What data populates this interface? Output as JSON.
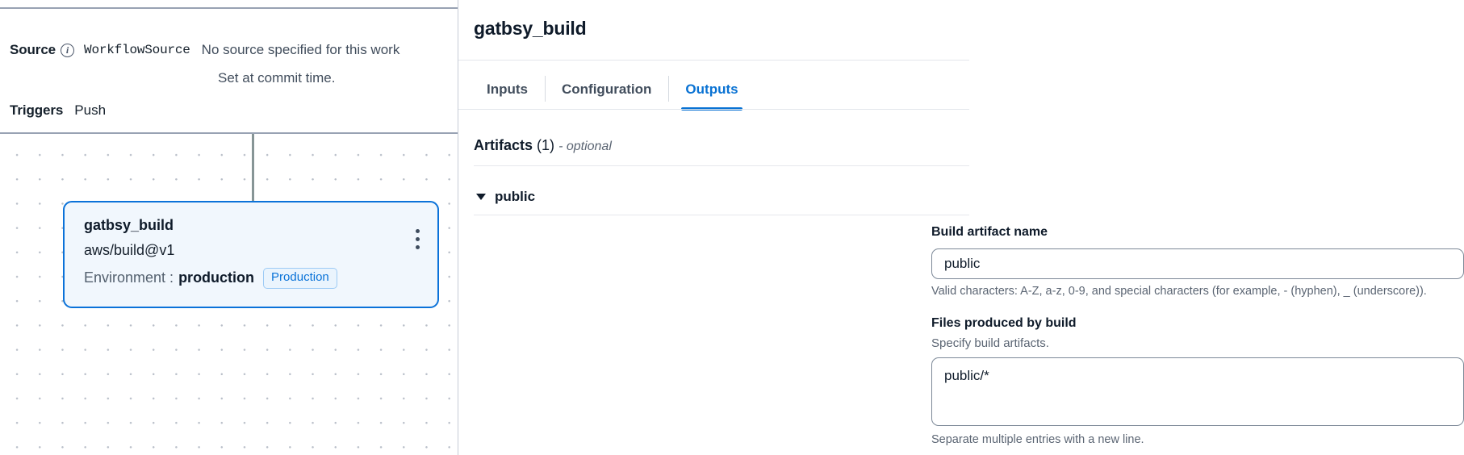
{
  "workflow_editor": {
    "properties": [
      {
        "label": "Source",
        "has_info_icon": true,
        "info_icon": "info-circle-icon",
        "value_mono": "WorkflowSource",
        "description_line1": "No source specified for this work",
        "description_line2": "Set at commit time."
      },
      {
        "label": "Triggers",
        "has_info_icon": false,
        "value": "Push"
      }
    ],
    "node": {
      "title": "gatbsy_build",
      "action": "aws/build@v1",
      "environment_label": "Environment :",
      "environment_value": "production",
      "environment_badge": "Production",
      "menu_icon": "kebab-menu-icon",
      "border_color": "#0b72d9",
      "background_color": "#f1f7fd",
      "badge_text_color": "#0a73d8"
    }
  },
  "details_panel": {
    "title": "gatbsy_build",
    "tabs": [
      {
        "label": "Inputs",
        "active": false
      },
      {
        "label": "Configuration",
        "active": false
      },
      {
        "label": "Outputs",
        "active": true
      }
    ],
    "active_tab_color": "#0972d3",
    "artifacts": {
      "heading": "Artifacts",
      "count": "(1)",
      "optional_tag": "- optional",
      "groups": [
        {
          "name": "public",
          "expanded": true,
          "caret_icon": "caret-down-icon",
          "fields": {
            "build_artifact_name": {
              "label": "Build artifact name",
              "value": "public",
              "placeholder": "",
              "hint": "Valid characters: A-Z, a-z, 0-9, and special characters (for example, - (hyphen), _ (underscore))."
            },
            "files_produced_by_build": {
              "label": "Files produced by build",
              "description": "Specify build artifacts.",
              "value": "public/*",
              "placeholder": "",
              "hint": "Separate multiple entries with a new line."
            }
          }
        }
      ]
    }
  }
}
